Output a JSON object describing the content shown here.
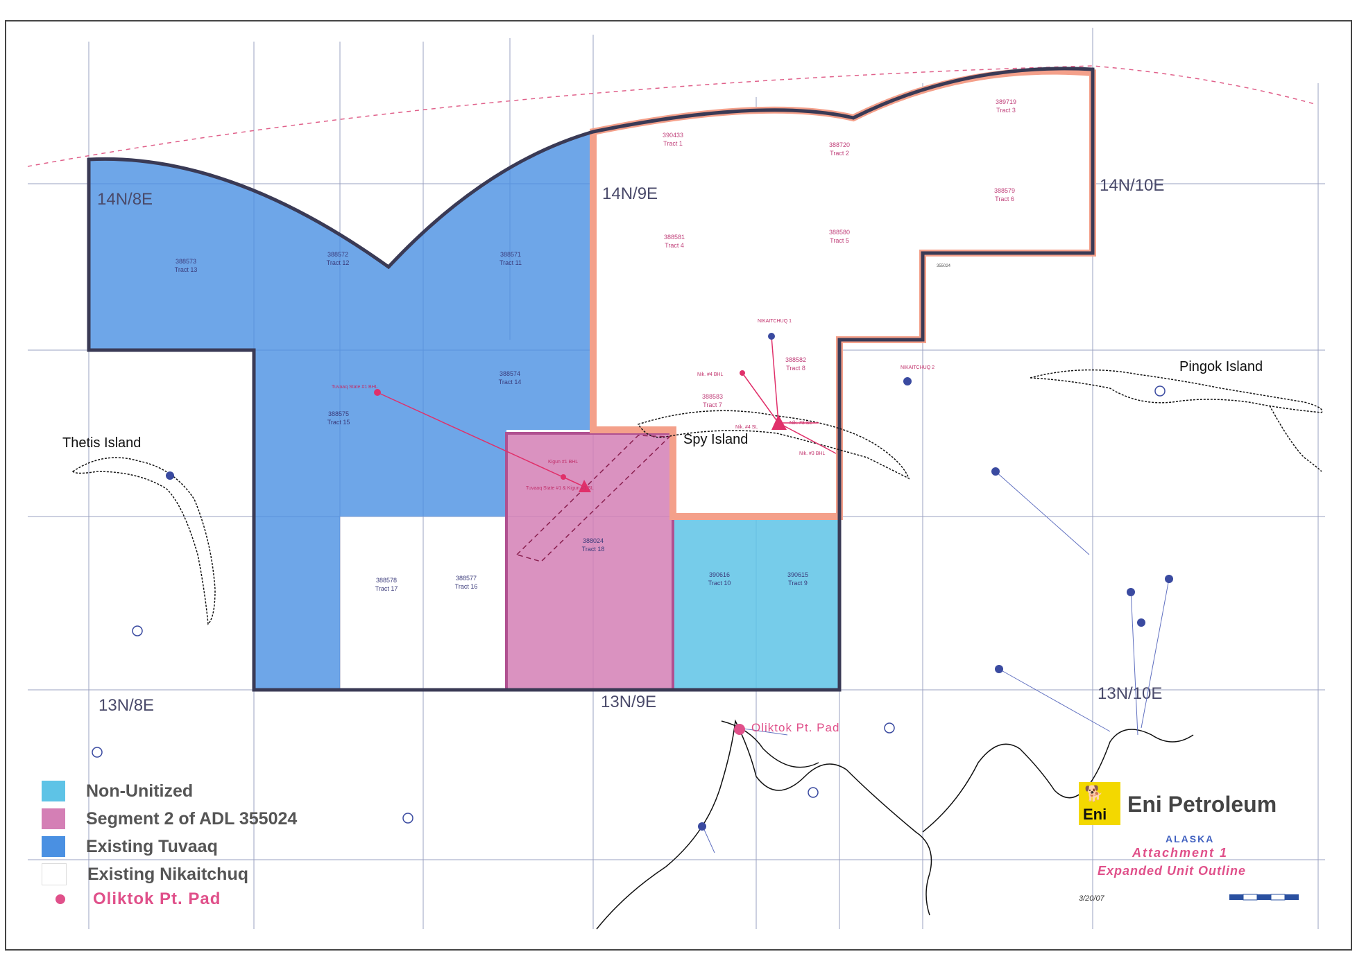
{
  "townships": [
    {
      "id": "14n8e",
      "label": "14N/8E"
    },
    {
      "id": "14n9e",
      "label": "14N/9E"
    },
    {
      "id": "14n10e",
      "label": "14N/10E"
    },
    {
      "id": "13n8e",
      "label": "13N/8E"
    },
    {
      "id": "13n9e",
      "label": "13N/9E"
    },
    {
      "id": "13n10e",
      "label": "13N/10E"
    }
  ],
  "islands": [
    {
      "id": "thetis",
      "label": "Thetis Island"
    },
    {
      "id": "spy",
      "label": "Spy Island"
    },
    {
      "id": "pingok",
      "label": "Pingok Island"
    }
  ],
  "tracts": [
    {
      "id": "t13",
      "number": "388573",
      "name": "Tract 13"
    },
    {
      "id": "t12",
      "number": "388572",
      "name": "Tract 12"
    },
    {
      "id": "t11",
      "number": "388571",
      "name": "Tract 11"
    },
    {
      "id": "t14",
      "number": "388574",
      "name": "Tract 14"
    },
    {
      "id": "t15",
      "number": "388575",
      "name": "Tract 15"
    },
    {
      "id": "t17",
      "number": "388578",
      "name": "Tract 17"
    },
    {
      "id": "t16",
      "number": "388577",
      "name": "Tract 16"
    },
    {
      "id": "t18",
      "number": "388024",
      "name": "Tract 18"
    },
    {
      "id": "t10",
      "number": "390616",
      "name": "Tract 10"
    },
    {
      "id": "t9",
      "number": "390615",
      "name": "Tract 9"
    },
    {
      "id": "t1",
      "number": "390433",
      "name": "Tract 1"
    },
    {
      "id": "t2",
      "number": "388720",
      "name": "Tract 2"
    },
    {
      "id": "t3",
      "number": "389719",
      "name": "Tract 3"
    },
    {
      "id": "t4",
      "number": "388581",
      "name": "Tract 4"
    },
    {
      "id": "t5",
      "number": "388580",
      "name": "Tract 5"
    },
    {
      "id": "t6",
      "number": "388579",
      "name": "Tract 6"
    },
    {
      "id": "t8",
      "number": "388582",
      "name": "Tract 8"
    },
    {
      "id": "t7",
      "number": "388583",
      "name": "Tract 7"
    }
  ],
  "wells": {
    "nikaitchuq1": "NIKAITCHUQ 1",
    "nik4bhl": "Nik. #4 BHL",
    "nik4sl": "Nik. #4 SL",
    "nik3sl": "Nik. #3 SL",
    "nik3bhl": "Nik. #3 BHL",
    "tuvaaq_bhl": "Tuvaaq State #1 BHL",
    "kigun_bhl": "Kigun #1 BHL",
    "tuvaaq_sl": "Tuvaaq State #1 & Kigun #1 SL",
    "nikaitchuq2": "NIKAITCHUQ 2"
  },
  "map_text": {
    "adl_355024": "355024",
    "pad_label": "Oliktok Pt. Pad"
  },
  "legend": {
    "non_unitized": "Non-Unitized",
    "segment2": "Segment 2 of ADL 355024",
    "tuvaaq": "Existing Tuvaaq",
    "nikaitchuq": "Existing Nikaitchuq",
    "pad": "Oliktok Pt. Pad"
  },
  "title_block": {
    "logo_text": "Eni",
    "company": "Eni Petroleum",
    "state": "ALASKA",
    "attachment": "Attachment 1",
    "subtitle": "Expanded Unit Outline",
    "date": "3/20/07"
  },
  "colors": {
    "non_unitized": "#5ec3e6",
    "segment2": "#d47fb5",
    "tuvaaq": "#4a90e2",
    "nikaitchuq": "#ffffff",
    "nikaitchuq_border": "#f4a08a",
    "unit_outline": "#3a3a55",
    "pad": "#e0508a",
    "logo_yellow": "#f3d800"
  },
  "icons": [
    "well-dot-icon",
    "rig-triangle-icon",
    "pad-dot-icon",
    "eni-dog-logo-icon"
  ]
}
